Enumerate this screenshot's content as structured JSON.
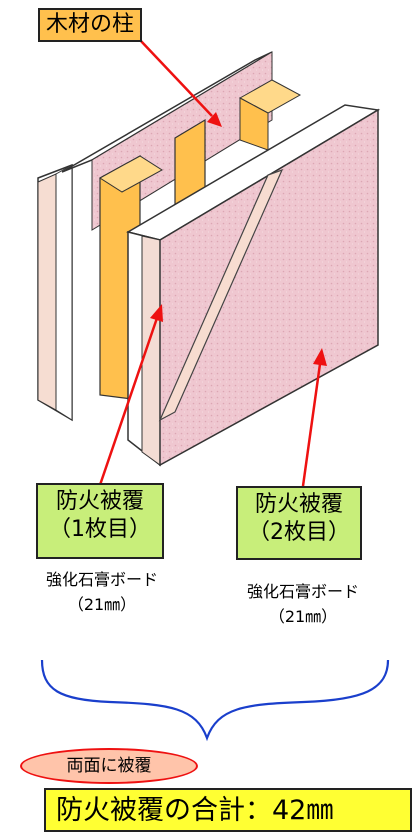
{
  "labels": {
    "stud": "木材の柱",
    "layer1": {
      "line1": "防火被覆",
      "line2": "（1枚目）"
    },
    "layer2": {
      "line1": "防火被覆",
      "line2": "（2枚目）"
    },
    "board1": {
      "name": "強化石膏ボード",
      "thickness": "（21㎜）"
    },
    "board2": {
      "name": "強化石膏ボード",
      "thickness": "（21㎜）"
    },
    "both_sides": "両面に被覆",
    "total": "防火被覆の合計：42㎜"
  },
  "colors": {
    "stud_fill": "#ffc04d",
    "board_face": "#efc7d0",
    "board_edge": "#ffffff",
    "arrow": "#ee1111",
    "brace": "#1a3fcc",
    "green_label": "#c8ee7a",
    "total_fill": "#ffff33"
  }
}
